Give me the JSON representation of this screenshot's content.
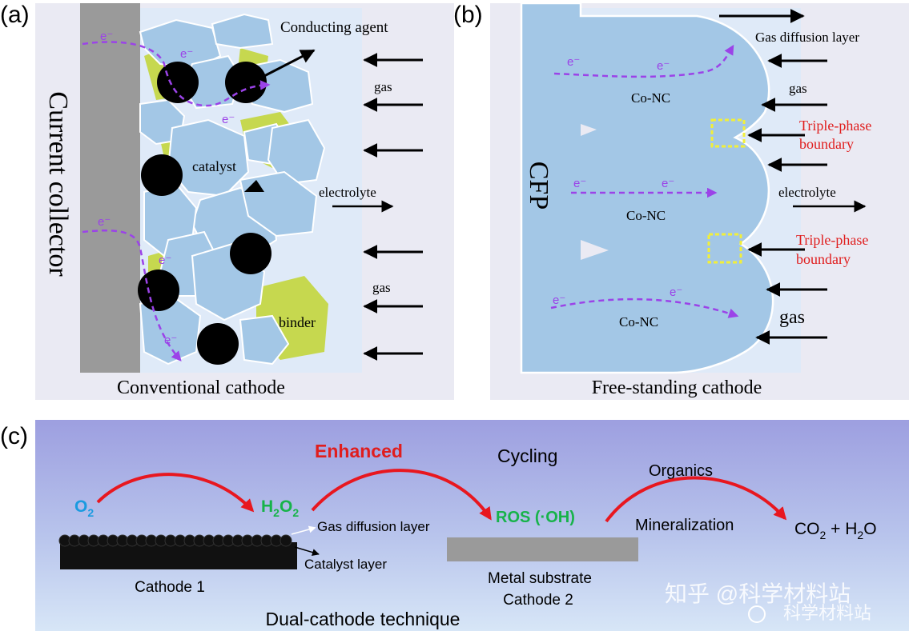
{
  "panel_a": {
    "tag": "(a)",
    "current_collector": "Current collector",
    "conducting_agent": "Conducting agent",
    "gas_top": "gas",
    "catalyst": "catalyst",
    "electrolyte": "electrolyte",
    "gas_bottom": "gas",
    "binder": "binder",
    "electron": "e⁻",
    "caption": "Conventional cathode"
  },
  "panel_b": {
    "tag": "(b)",
    "cfp": "CFP",
    "gas_diffusion_layer": "Gas diffusion layer",
    "gas_top": "gas",
    "co_nc": "Co-NC",
    "triple_phase_line1": "Triple-phase",
    "triple_phase_line2": "boundary",
    "electrolyte": "electrolyte",
    "gas_bottom": "gas",
    "electron": "e⁻",
    "caption": "Free-standing cathode"
  },
  "panel_c": {
    "tag": "(c)",
    "enhanced": "Enhanced",
    "cycling": "Cycling",
    "organics": "Organics",
    "o2": "O",
    "o2_sub": "2",
    "h2o2_h": "H",
    "h2o2_sub1": "2",
    "h2o2_o": "O",
    "h2o2_sub2": "2",
    "ros": "ROS (·OH)",
    "mineralization": "Mineralization",
    "co2_h2o": {
      "co": "CO",
      "s1": "2",
      "plus": " + H",
      "s2": "2",
      "o": "O"
    },
    "gas_diffusion_layer": "Gas diffusion layer",
    "catalyst_layer": "Catalyst layer",
    "cathode1": "Cathode 1",
    "metal_substrate": "Metal substrate",
    "cathode2": "Cathode 2",
    "dual_cathode": "Dual-cathode technique",
    "watermark1": "知乎 @科学材料站",
    "watermark2": "科学材料站"
  },
  "colors": {
    "panel_bg": "#eaeaf3",
    "collector": "#9a9a9a",
    "particle": "#a3c7e6",
    "binder": "#c6d84f",
    "electron_path": "#9b43e8",
    "red_label": "#e01d1d",
    "green_species": "#17b34a",
    "blue_species": "#1a9be0",
    "arrow_red": "#e8171f"
  }
}
